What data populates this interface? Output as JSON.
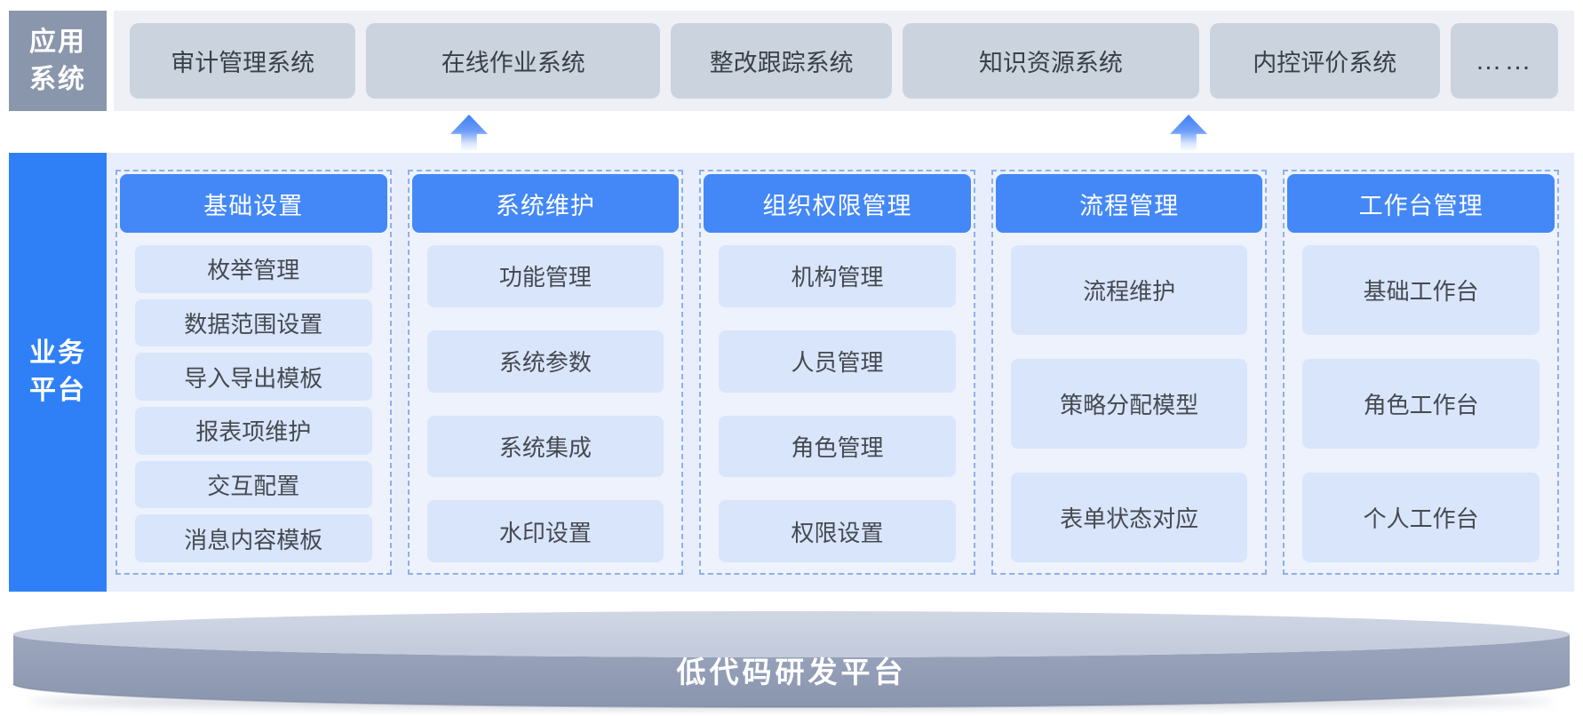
{
  "palette": {
    "app_label_bg": "#8a96ab",
    "top_strip_bg": "#eef0f5",
    "top_box_bg": "#cbd3de",
    "sidebar_bg": "#2f80f6",
    "section_bg": "#e8eefb",
    "column_bg": "#edf2fc",
    "column_border": "#8fb0ea",
    "column_header_bg": "#4488f7",
    "item_bg": "#d9e5fa",
    "text_dark": "#3f454d",
    "arrow_blue": "#3f7ef6",
    "disc_top": "#c9d0df",
    "disc_side": "#96a1b8",
    "disc_text_color": "#ffffff"
  },
  "top_row": {
    "label_lines": [
      "应用",
      "系统"
    ],
    "systems": [
      "审计管理系统",
      "在线作业系统",
      "整改跟踪系统",
      "知识资源系统",
      "内控评价系统",
      "……"
    ]
  },
  "platform": {
    "label_lines": [
      "业务",
      "平台"
    ],
    "columns": [
      {
        "header": "基础设置",
        "items": [
          "枚举管理",
          "数据范围设置",
          "导入导出模板",
          "报表项维护",
          "交互配置",
          "消息内容模板"
        ]
      },
      {
        "header": "系统维护",
        "items": [
          "功能管理",
          "系统参数",
          "系统集成",
          "水印设置"
        ]
      },
      {
        "header": "组织权限管理",
        "items": [
          "机构管理",
          "人员管理",
          "角色管理",
          "权限设置"
        ]
      },
      {
        "header": "流程管理",
        "items": [
          "流程维护",
          "策略分配模型",
          "表单状态对应"
        ]
      },
      {
        "header": "工作台管理",
        "items": [
          "基础工作台",
          "角色工作台",
          "个人工作台"
        ]
      }
    ]
  },
  "base_platform": {
    "label": "低代码研发平台"
  }
}
